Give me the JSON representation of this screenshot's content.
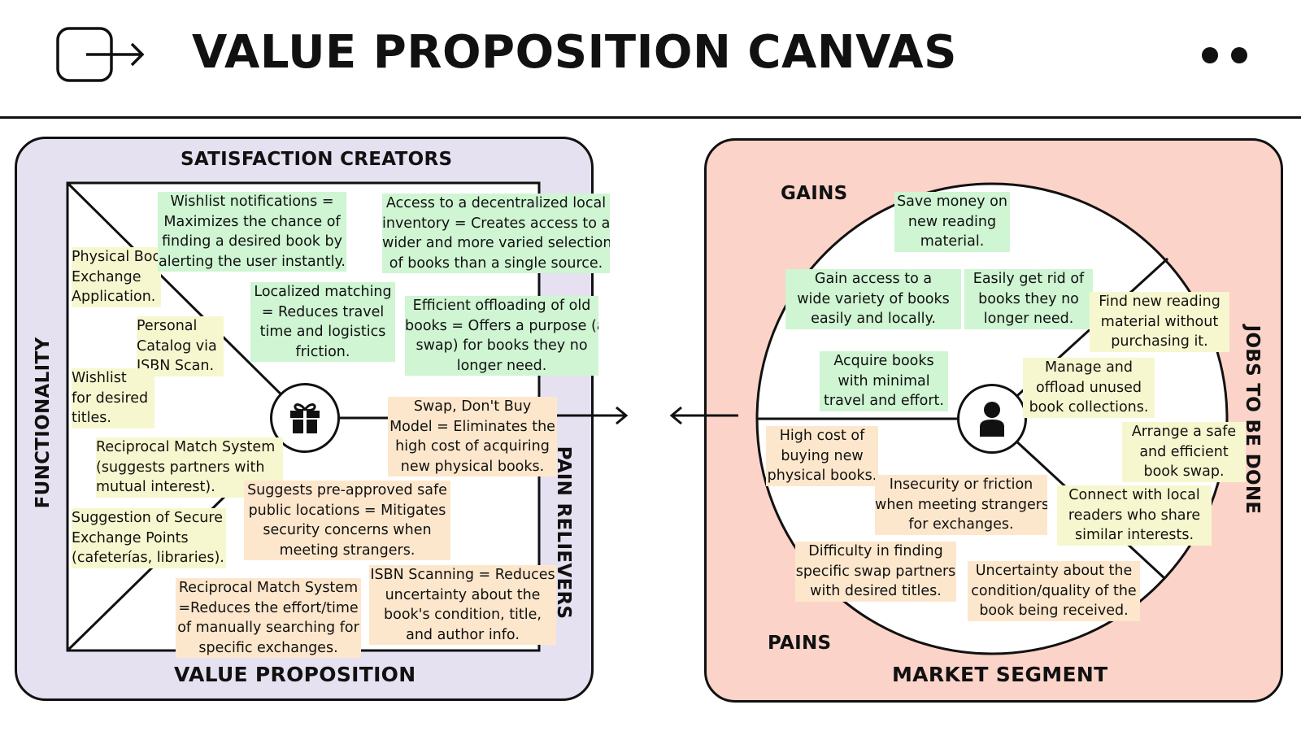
{
  "header": {
    "title": "VALUE PROPOSITION CANVAS",
    "logout_icon": "logout-arrow-icon",
    "dots_icon": "two-dots-icon"
  },
  "value_proposition": {
    "panel_title": "VALUE PROPOSITION",
    "top_label": "SATISFACTION CREATORS",
    "left_label": "FUNCTIONALITY",
    "right_label": "PAIN RELIEVERS",
    "center_icon": "gift-icon",
    "functionality": [
      "Physical Book\nExchange\nApplication.",
      "Personal\nCatalog via\nISBN Scan.",
      "Wishlist\nfor desired\ntitles.",
      "Reciprocal Match System\n(suggests partners with\nmutual interest).",
      "Suggestion of Secure\nExchange Points\n(cafeterías, libraries)."
    ],
    "satisfaction_creators": [
      "Wishlist notifications =\nMaximizes the chance of\nfinding a desired book by\nalerting the user instantly.",
      "Access to a decentralized local\ninventory = Creates access to a\nwider and more varied selection\nof books than a single source.",
      "Localized matching\n= Reduces travel\ntime and logistics\nfriction.",
      "Efficient offloading of old\nbooks = Offers a purpose (a\nswap) for books they no\nlonger need."
    ],
    "pain_relievers": [
      "Swap, Don't Buy\nModel = Eliminates the\nhigh cost of acquiring\nnew physical books.",
      "Suggests pre-approved safe\npublic locations = Mitigates\nsecurity concerns when\nmeeting strangers.",
      "Reciprocal Match System\n=Reduces the effort/time\nof manually searching for\nspecific exchanges.",
      "ISBN Scanning = Reduces\nuncertainty about the\nbook's condition, title,\nand author info."
    ]
  },
  "market_segment": {
    "panel_title": "MARKET SEGMENT",
    "gains_label": "GAINS",
    "pains_label": "PAINS",
    "jobs_label": "JOBS TO BE DONE",
    "center_icon": "person-icon",
    "gains": [
      "Save money on\nnew reading\nmaterial.",
      "Gain access to a\nwide variety of books\neasily and locally.",
      "Easily get rid of\nbooks they no\nlonger need.",
      "Acquire books\nwith minimal\ntravel and effort."
    ],
    "jobs": [
      "Find new reading\nmaterial without\npurchasing it.",
      "Manage and\noffload unused\nbook collections.",
      "Arrange a safe\nand efficient\nbook swap.",
      "Connect with local\nreaders who share\nsimilar interests."
    ],
    "pains": [
      "High cost of\nbuying new\nphysical books.",
      "Insecurity or friction\nwhen meeting strangers\nfor exchanges.",
      "Difficulty in finding\nspecific swap partners\nwith desired titles.",
      "Uncertainty about the\ncondition/quality of the\nbook being received."
    ]
  },
  "colors": {
    "vp_panel": "#e5e1f0",
    "ms_panel": "#fbd3c8",
    "green_note": "#cff5d3",
    "yellow_note": "#f7f7cf",
    "peach_note": "#fde7cc"
  }
}
